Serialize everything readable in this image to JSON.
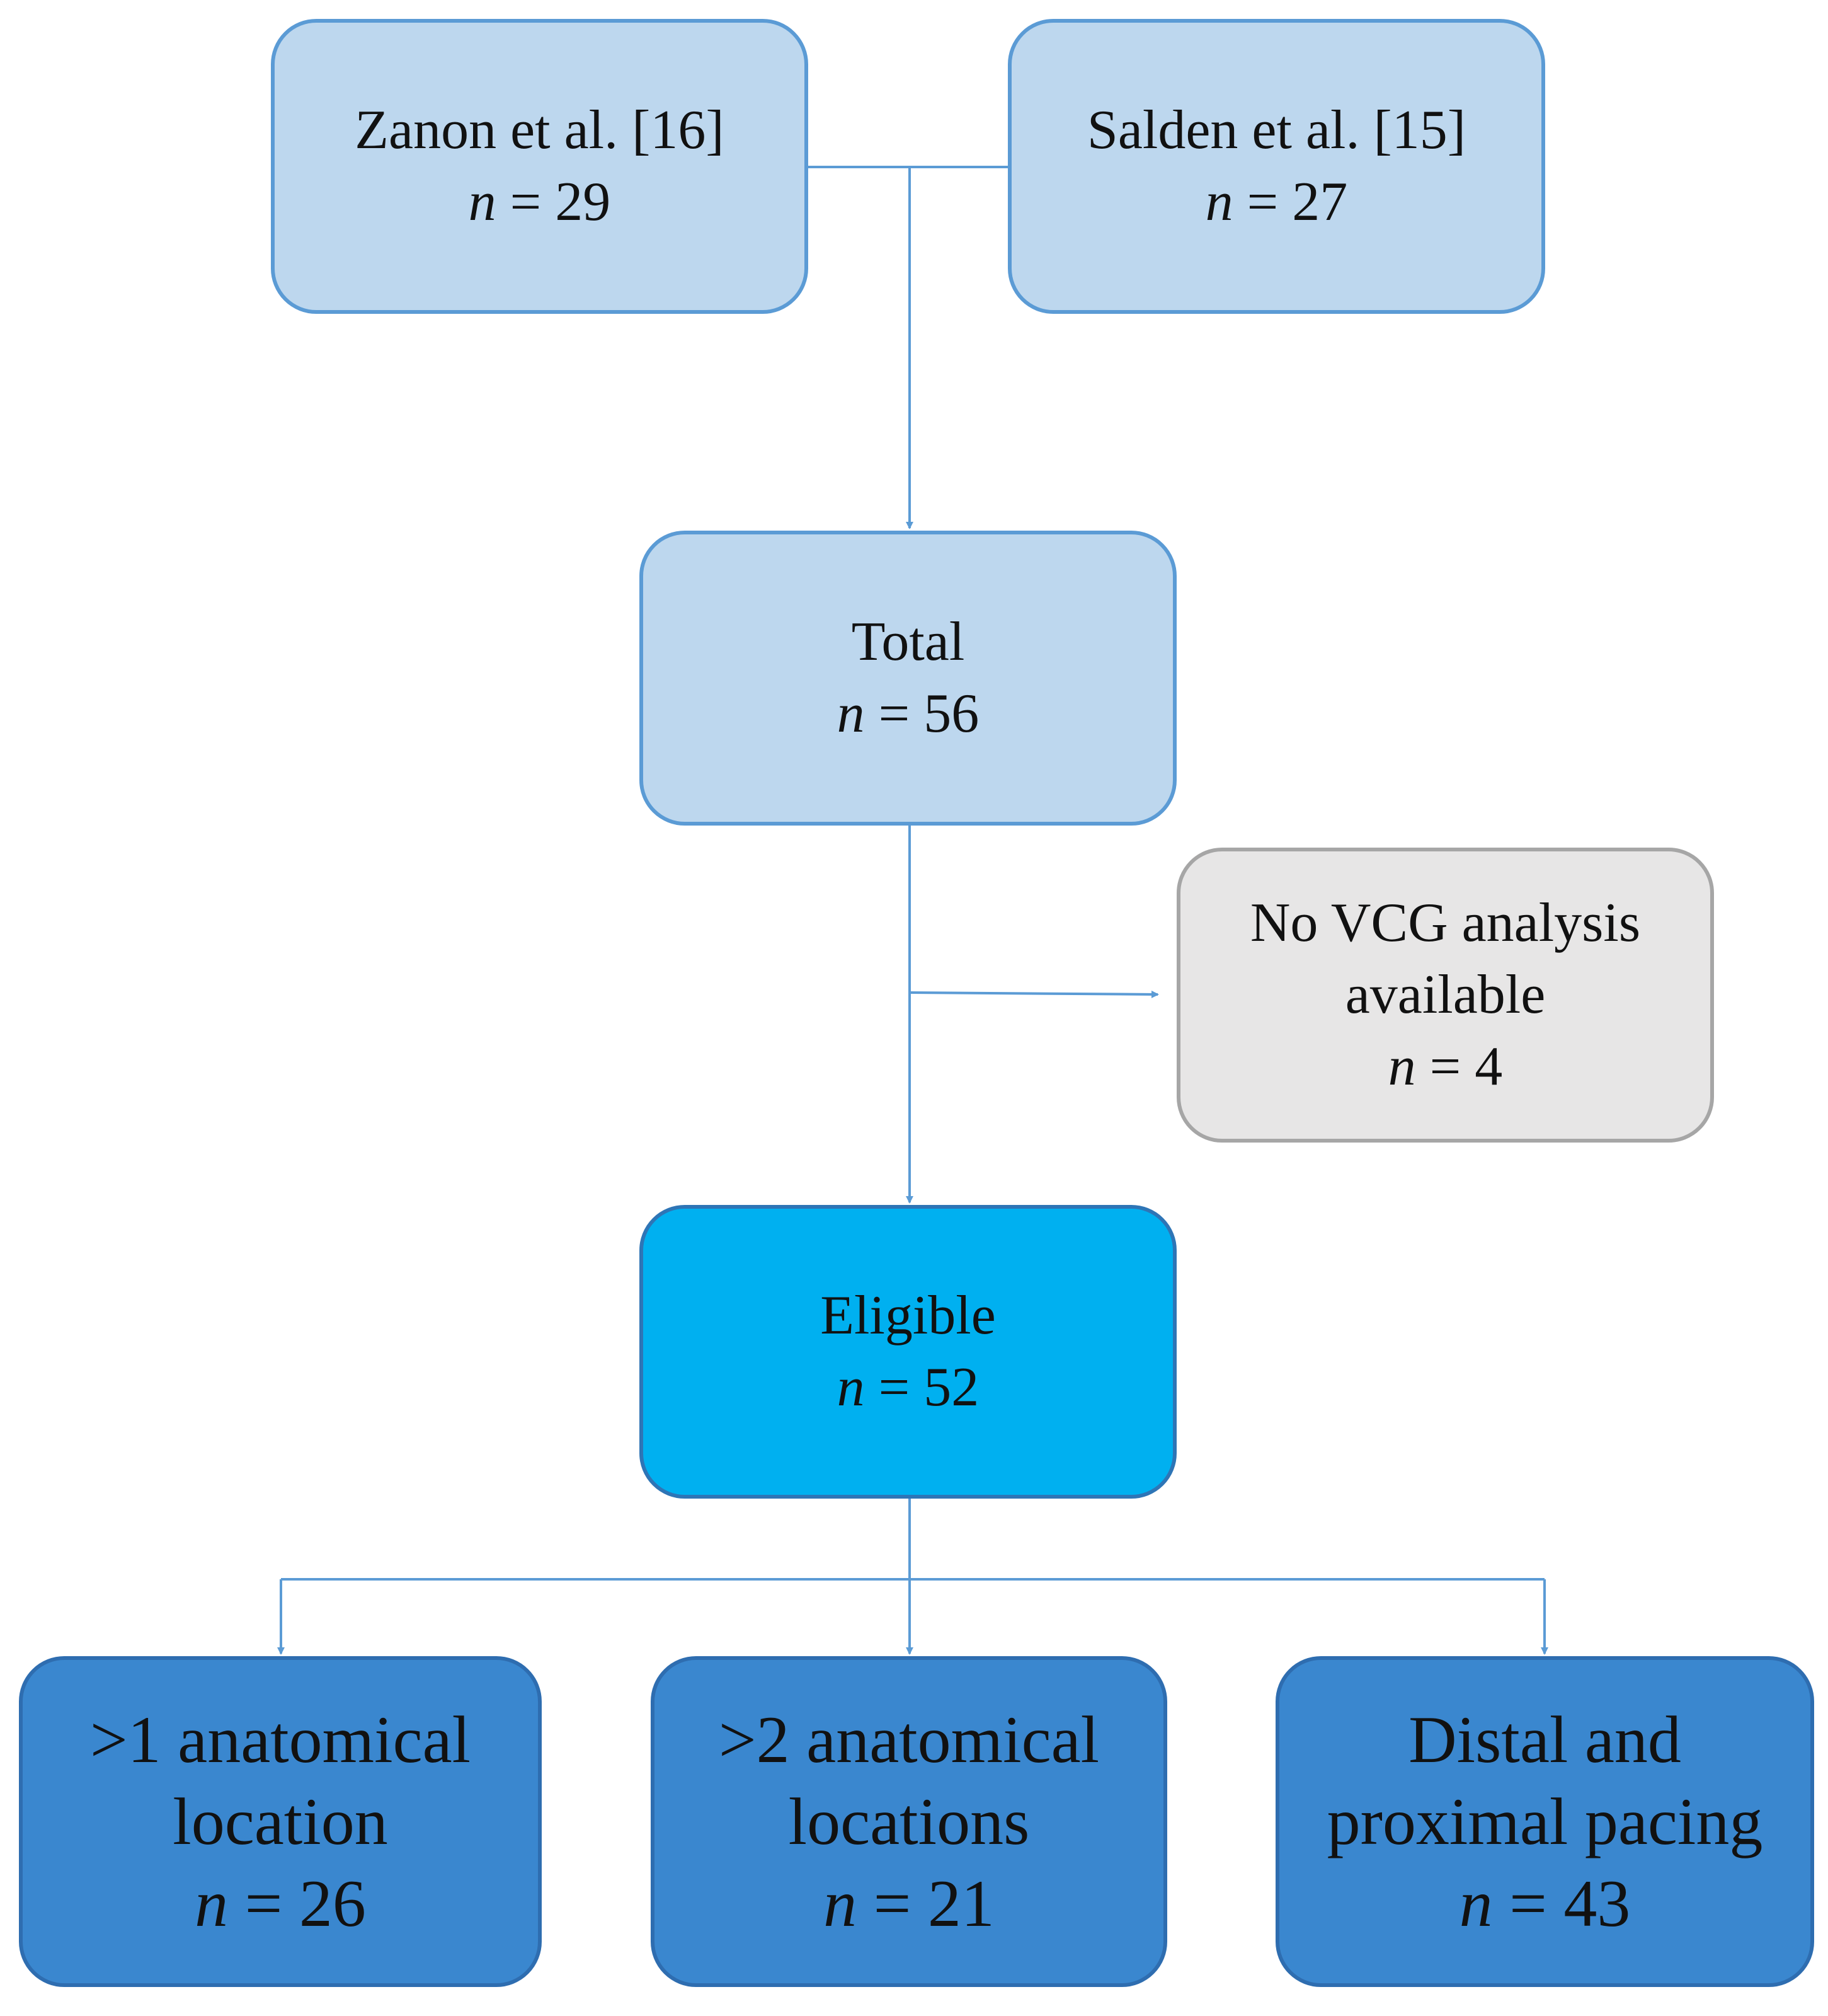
{
  "diagram": {
    "sources": [
      {
        "title": "Zanon et al. [16]",
        "n_symbol": "n",
        "n_value": "= 29"
      },
      {
        "title": "Salden et al. [15]",
        "n_symbol": "n",
        "n_value": "= 27"
      }
    ],
    "total": {
      "title": "Total",
      "n_symbol": "n",
      "n_value": "= 56"
    },
    "excluded": {
      "line1": "No VCG analysis",
      "line2": "available",
      "n_symbol": "n",
      "n_value": "= 4"
    },
    "eligible": {
      "title": "Eligible",
      "n_symbol": "n",
      "n_value": "= 52"
    },
    "outcomes": [
      {
        "line1": ">1 anatomical",
        "line2": "location",
        "n_symbol": "n",
        "n_value": "= 26"
      },
      {
        "line1": ">2 anatomical",
        "line2": "locations",
        "n_symbol": "n",
        "n_value": "= 21"
      },
      {
        "line1": "Distal and",
        "line2": "proximal pacing",
        "n_symbol": "n",
        "n_value": "= 43"
      }
    ],
    "colors": {
      "source_fill": "#bdd7ee",
      "excluded_fill": "#e7e6e6",
      "eligible_fill": "#00b0f0",
      "outcome_fill": "#3a87cf",
      "connector": "#5b9bd5"
    }
  }
}
